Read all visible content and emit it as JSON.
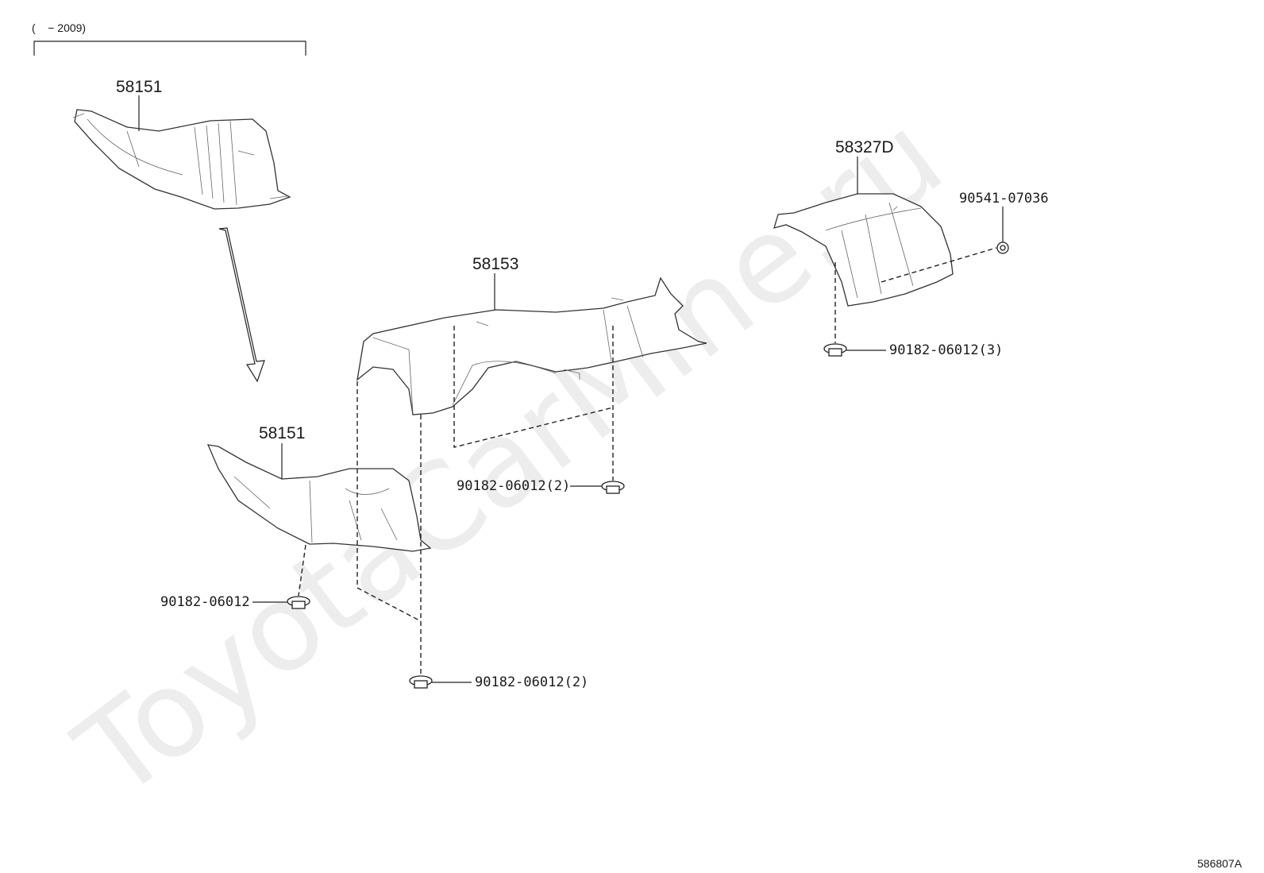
{
  "watermark": "ToyotaCarMine.ru",
  "date_range": "(    − 2009)",
  "diagram_id": "586807A",
  "parts": {
    "shield_old": "58151",
    "shield_front": "58151",
    "shield_center": "58153",
    "shield_rear": "58327D"
  },
  "fasteners": {
    "nut_front_left": "90182-06012",
    "nut_center_bottom": "90182-06012(2)",
    "nut_center_right": "90182-06012(2)",
    "nut_rear_bottom": "90182-06012(3)",
    "clip_rear": "90541-07036"
  }
}
